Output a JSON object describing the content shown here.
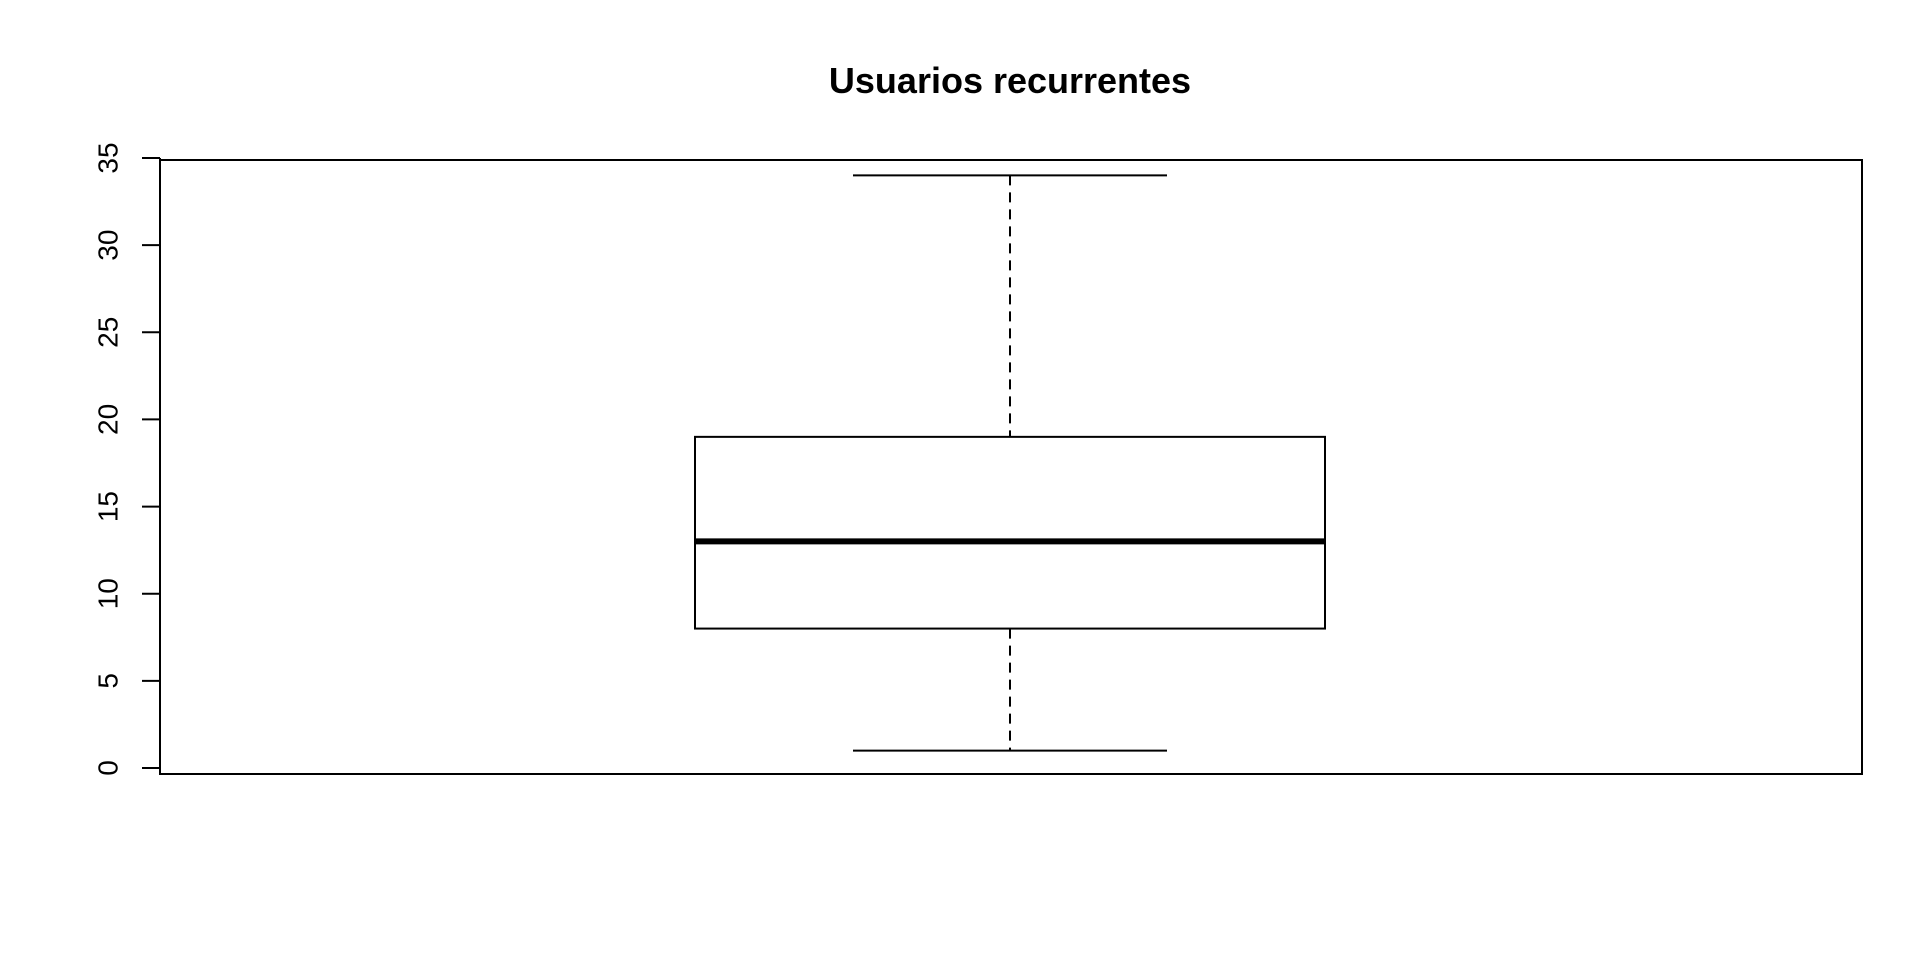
{
  "chart_data": {
    "type": "box",
    "title": "Usuarios recurrentes",
    "xlabel": "",
    "ylabel": "",
    "ylim": [
      0,
      35
    ],
    "yticks": [
      0,
      5,
      10,
      15,
      20,
      25,
      30,
      35
    ],
    "ytick_labels": [
      "0",
      "5",
      "10",
      "15",
      "20",
      "25",
      "30",
      "35"
    ],
    "grid": false,
    "box": {
      "min": 1,
      "q1": 8,
      "median": 13,
      "q3": 19,
      "max": 34
    }
  },
  "colors": {
    "background": "#ffffff",
    "ink": "#000000"
  }
}
